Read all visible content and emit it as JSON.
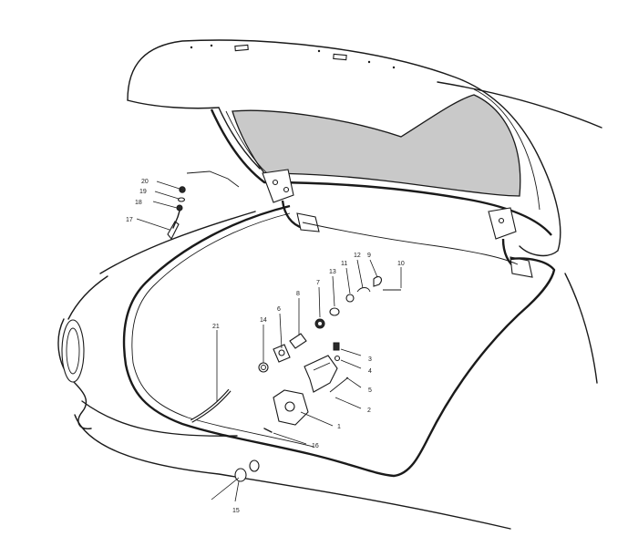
{
  "diagram": {
    "callouts": [
      {
        "id": "c1",
        "text": "1"
      },
      {
        "id": "c2",
        "text": "2"
      },
      {
        "id": "c3",
        "text": "3"
      },
      {
        "id": "c4",
        "text": "4"
      },
      {
        "id": "c5",
        "text": "5"
      },
      {
        "id": "c6",
        "text": "6"
      },
      {
        "id": "c7",
        "text": "7"
      },
      {
        "id": "c8",
        "text": "8"
      },
      {
        "id": "c9",
        "text": "9"
      },
      {
        "id": "c10",
        "text": "10"
      },
      {
        "id": "c11",
        "text": "11"
      },
      {
        "id": "c12",
        "text": "12"
      },
      {
        "id": "c13",
        "text": "13"
      },
      {
        "id": "c14",
        "text": "14"
      },
      {
        "id": "c15",
        "text": "15"
      },
      {
        "id": "c16",
        "text": "16"
      },
      {
        "id": "c17",
        "text": "17"
      },
      {
        "id": "c18",
        "text": "18"
      },
      {
        "id": "c19",
        "text": "19"
      },
      {
        "id": "c20",
        "text": "20"
      },
      {
        "id": "c21",
        "text": "21"
      }
    ],
    "colors": {
      "ink": "#1a1a1a",
      "panel": "#c9c9c9",
      "paper": "#ffffff"
    }
  }
}
